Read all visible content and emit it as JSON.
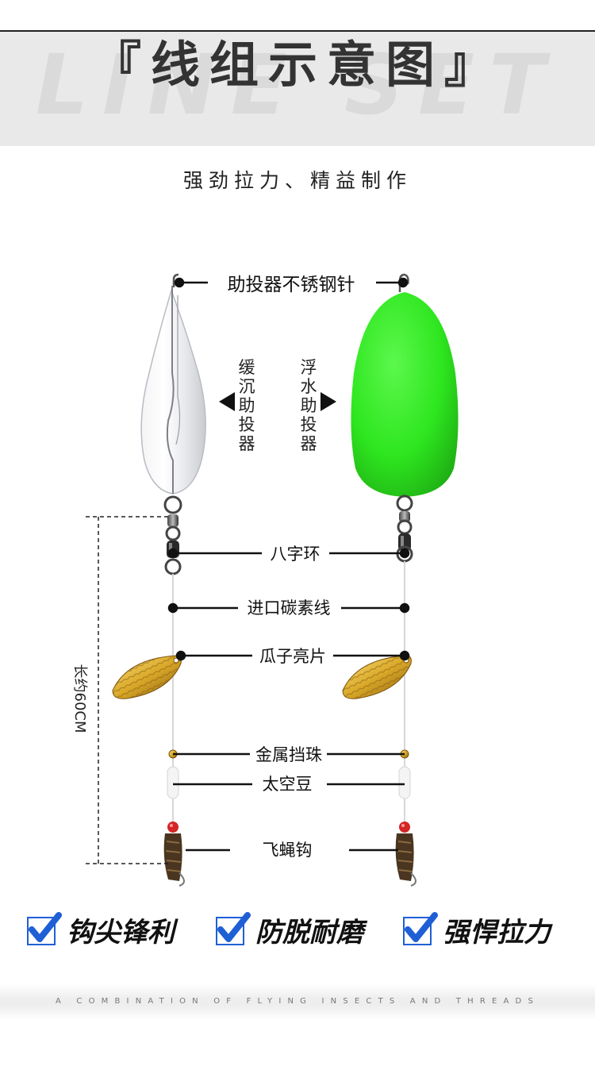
{
  "header": {
    "watermark": "LINE SET",
    "title": "『线组示意图』",
    "subtitle": "强劲拉力、精益制作"
  },
  "diagram": {
    "labels": {
      "needle": "助投器不锈钢针",
      "sinking_caster": "缓沉助投器",
      "floating_caster": "浮水助投器",
      "swivel": "八字环",
      "carbon_line": "进口碳素线",
      "spinner_blade": "瓜子亮片",
      "metal_bead": "金属挡珠",
      "space_bean": "太空豆",
      "fly_hook": "飞蝇钩",
      "length": "长约60CM"
    },
    "colors": {
      "floating_caster": "#2ee61f",
      "checkbox_blue": "#1f5fd6",
      "blade_gold": "#d9a828",
      "bead_red": "#d42626"
    }
  },
  "features": [
    {
      "text": "钩尖锋利",
      "icon": "checkmark-icon"
    },
    {
      "text": "防脱耐磨",
      "icon": "checkmark-icon"
    },
    {
      "text": "强悍拉力",
      "icon": "checkmark-icon"
    }
  ],
  "footer": {
    "text": "A COMBINATION OF FLYING INSECTS AND THREADS"
  }
}
